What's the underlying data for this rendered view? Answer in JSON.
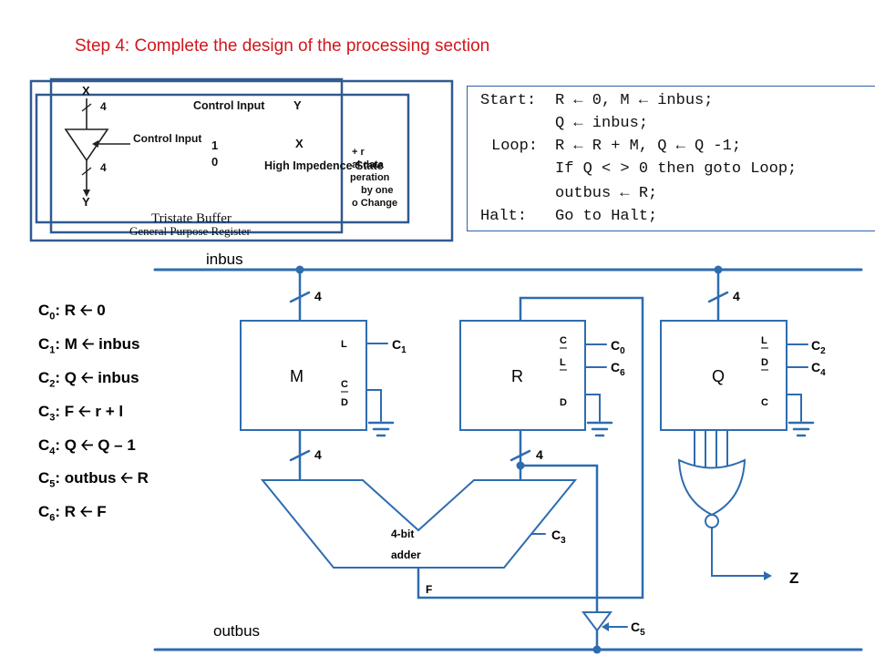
{
  "title": "Step 4: Complete the design of the processing section",
  "reference_images": {
    "tristate_buffer": {
      "caption": "Tristate Buffer",
      "input_label": "X",
      "output_label": "Y",
      "bus_width": "4",
      "control_label": "Control Input",
      "table_header_control": "Control Input",
      "table_header_y": "Y",
      "table_rows": [
        {
          "control": "1",
          "y": "X"
        },
        {
          "control": "0",
          "y": "High Impedence State"
        }
      ]
    },
    "register_caption": "General Purpose Register",
    "register_fragments": [
      "+ r",
      "al data",
      "peration",
      "by one",
      "o Change"
    ]
  },
  "rtl_code": [
    {
      "label": "Start:",
      "stmt": "R ← 0, M ← inbus;"
    },
    {
      "label": "",
      "stmt": "Q ← inbus;"
    },
    {
      "label": "Loop:",
      "stmt": "R ← R + M, Q ← Q -1;"
    },
    {
      "label": "",
      "stmt": "If Q < > 0 then goto Loop;"
    },
    {
      "label": "",
      "stmt": "outbus ← R;"
    },
    {
      "label": "Halt:",
      "stmt": "Go to Halt;"
    }
  ],
  "control_signals": [
    {
      "c": "C",
      "n": "0",
      "desc": ": R 🡠 0"
    },
    {
      "c": "C",
      "n": "1",
      "desc": ": M 🡠 inbus"
    },
    {
      "c": "C",
      "n": "2",
      "desc": ": Q 🡠 inbus"
    },
    {
      "c": "C",
      "n": "3",
      "desc": ": F 🡠 r + l"
    },
    {
      "c": "C",
      "n": "4",
      "desc": ": Q 🡠 Q – 1"
    },
    {
      "c": "C",
      "n": "5",
      "desc": ": outbus 🡠 R"
    },
    {
      "c": "C",
      "n": "6",
      "desc": ": R 🡠 F"
    }
  ],
  "diagram": {
    "inbus_label": "inbus",
    "outbus_label": "outbus",
    "width_label": "4",
    "registers": {
      "M": {
        "name": "M",
        "pins": [
          "L",
          "C",
          "D"
        ],
        "control": [
          "C",
          "1"
        ]
      },
      "R": {
        "name": "R",
        "pins": [
          "C",
          "L",
          "D"
        ],
        "control_a": [
          "C",
          "0"
        ],
        "control_b": [
          "C",
          "6"
        ]
      },
      "Q": {
        "name": "Q",
        "pins": [
          "L",
          "D",
          "C"
        ],
        "control_a": [
          "C",
          "2"
        ],
        "control_b": [
          "C",
          "4"
        ]
      }
    },
    "adder_line1": "4-bit",
    "adder_line2": "adder",
    "adder_control": [
      "C",
      "3"
    ],
    "adder_output": "F",
    "buffer_control": [
      "C",
      "5"
    ],
    "zero_output": "Z"
  },
  "colors": {
    "title": "#d0171c",
    "frame": "#305a90",
    "bus": "#2e6cb0",
    "wire": "#2e6cb0"
  }
}
